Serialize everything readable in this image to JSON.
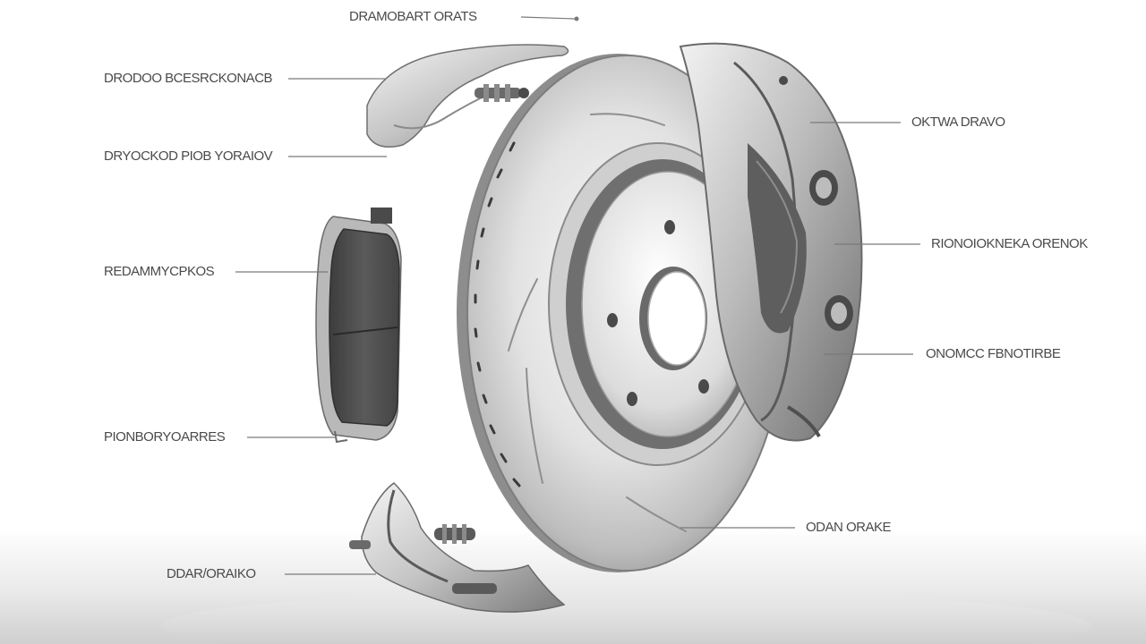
{
  "diagram": {
    "labels": {
      "top_center": "DRAMOBART ORATS",
      "left_1": "DRODOO BCESRCKONACB",
      "left_2": "DRYOCKOD PIOB YORAIOV",
      "left_3": "REDAMMYCPKOS",
      "left_4": "PIONBORYOARRES",
      "left_5": "DDAR/ORAIKO",
      "right_1": "OKTWA DRAVO",
      "right_2": "RIONOIOKNEKA ORENOK",
      "right_3": "ONOMCC FBNOTIRBE",
      "right_4": "ODAN ORAKE"
    },
    "colors": {
      "label_text": "#4a4a4a",
      "leader_line": "#7a7a7a",
      "metal_light": "#e6e6e6",
      "metal_mid": "#a9a9a9",
      "metal_dark": "#5f5f5f",
      "pad_friction": "#4d4d4d"
    }
  }
}
